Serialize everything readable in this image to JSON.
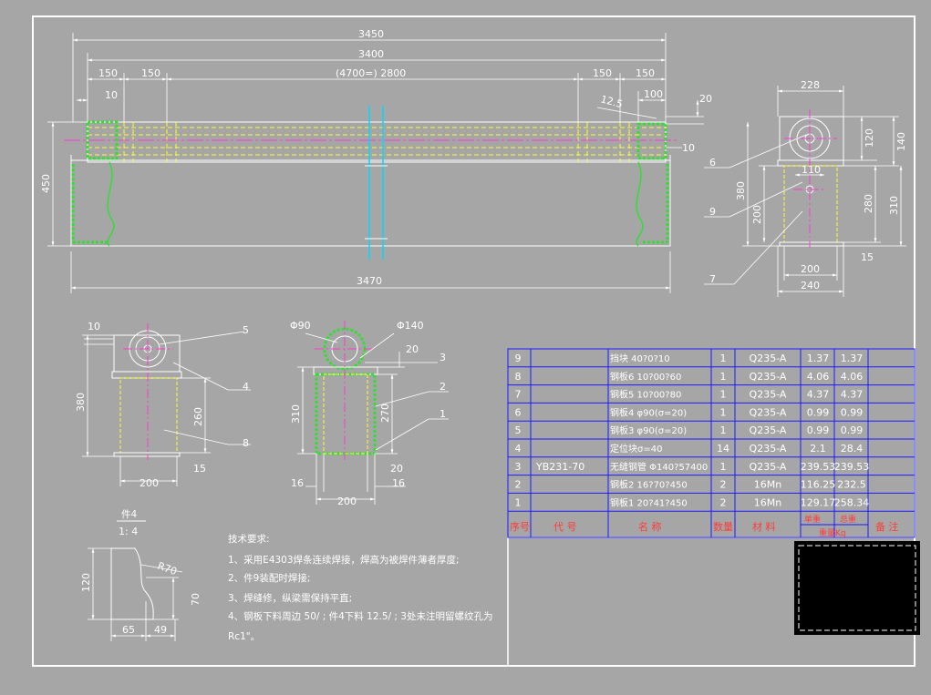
{
  "colors": {
    "background": "#a6a6a6",
    "border": "#ffffff",
    "dimension": "#ffffff",
    "outline": "#ffffff",
    "centerline": "#ff3bd2",
    "hidden": "#ffff33",
    "weld": "#33dd33",
    "axis": "#00d8ff",
    "table_header": "#ff3b3b",
    "table_grid": "#1a1aff",
    "title_block": "#000000"
  },
  "front_view": {
    "dims": {
      "overall_top": "3450",
      "span_3400": "3400",
      "left_150a": "150",
      "left_150b": "150",
      "center_2800": "(4700=) 2800",
      "right_150a": "150",
      "right_150b": "150",
      "left_10": "10",
      "right_100": "100",
      "right_20": "20",
      "right_10": "10",
      "slope_12_5": "12.5",
      "height_450": "450",
      "bottom_3470": "3470"
    }
  },
  "side_view": {
    "dims": {
      "top_228": "228",
      "d_120": "120",
      "d_140": "140",
      "d_110": "110",
      "d_380": "380",
      "d_200v": "200",
      "d_280": "280",
      "d_310": "310",
      "d_200h": "200",
      "d_240": "240",
      "d_15": "15"
    },
    "balloons": [
      "6",
      "9",
      "7"
    ]
  },
  "section_a": {
    "dims": {
      "d_10": "10",
      "d_380": "380",
      "d_260": "260",
      "d_200": "200",
      "d_15": "15"
    },
    "balloons": [
      "5",
      "4",
      "8"
    ]
  },
  "section_b": {
    "dims": {
      "phi90": "Φ90",
      "phi140": "Φ140",
      "d_20a": "20",
      "d_310": "310",
      "d_270": "270",
      "d_20b": "20",
      "d_16a": "16",
      "d_200": "200",
      "d_16b": "16"
    },
    "balloons": [
      "3",
      "2",
      "1"
    ]
  },
  "detail": {
    "title": "件4",
    "scale": "1: 4",
    "dims": {
      "r70": "R70",
      "d_120": "120",
      "d_70": "70",
      "d_65": "65",
      "d_49": "49"
    }
  },
  "notes": {
    "heading": "技术要求:",
    "lines": [
      "1、采用E4303焊条连续焊接，焊高为被焊件薄者厚度;",
      "2、件9装配时焊接;",
      "3、焊缝修，纵梁需保持平直;",
      "4、钢板下料周边 50/ ; 件4下料 12.5/ ; 3处未注明留螺纹孔为",
      "Rc1\"。"
    ]
  },
  "bom": {
    "rows": [
      {
        "no": "9",
        "code": "",
        "name": "挡块 40?0?10",
        "qty": "1",
        "material": "Q235-A",
        "unit": "1.37",
        "total": "1.37",
        "note": ""
      },
      {
        "no": "8",
        "code": "",
        "name": "钢板6 10?00?60",
        "qty": "1",
        "material": "Q235-A",
        "unit": "4.06",
        "total": "4.06",
        "note": ""
      },
      {
        "no": "7",
        "code": "",
        "name": "钢板5 10?00?80",
        "qty": "1",
        "material": "Q235-A",
        "unit": "4.37",
        "total": "4.37",
        "note": ""
      },
      {
        "no": "6",
        "code": "",
        "name": "钢板4 φ90(σ=20)",
        "qty": "1",
        "material": "Q235-A",
        "unit": "0.99",
        "total": "0.99",
        "note": ""
      },
      {
        "no": "5",
        "code": "",
        "name": "钢板3 φ90(σ=20)",
        "qty": "1",
        "material": "Q235-A",
        "unit": "0.99",
        "total": "0.99",
        "note": ""
      },
      {
        "no": "4",
        "code": "",
        "name": "定位块σ=40",
        "qty": "14",
        "material": "Q235-A",
        "unit": "2.1",
        "total": "28.4",
        "note": ""
      },
      {
        "no": "3",
        "code": "YB231-70",
        "name": "无缝钢管 Φ140?57400",
        "qty": "1",
        "material": "Q235-A",
        "unit": "239.53",
        "total": "239.53",
        "note": ""
      },
      {
        "no": "2",
        "code": "",
        "name": "钢板2 16?70?450",
        "qty": "2",
        "material": "16Mn",
        "unit": "116.25",
        "total": "232.5",
        "note": ""
      },
      {
        "no": "1",
        "code": "",
        "name": "钢板1 20?41?450",
        "qty": "2",
        "material": "16Mn",
        "unit": "129.17",
        "total": "258.34",
        "note": ""
      }
    ],
    "header": {
      "no": "序号",
      "code": "代  号",
      "name": "名    称",
      "qty": "数量",
      "material": "材  料",
      "unit": "单重",
      "total": "总重",
      "weight": "重量Kg",
      "note": "备 注"
    }
  }
}
